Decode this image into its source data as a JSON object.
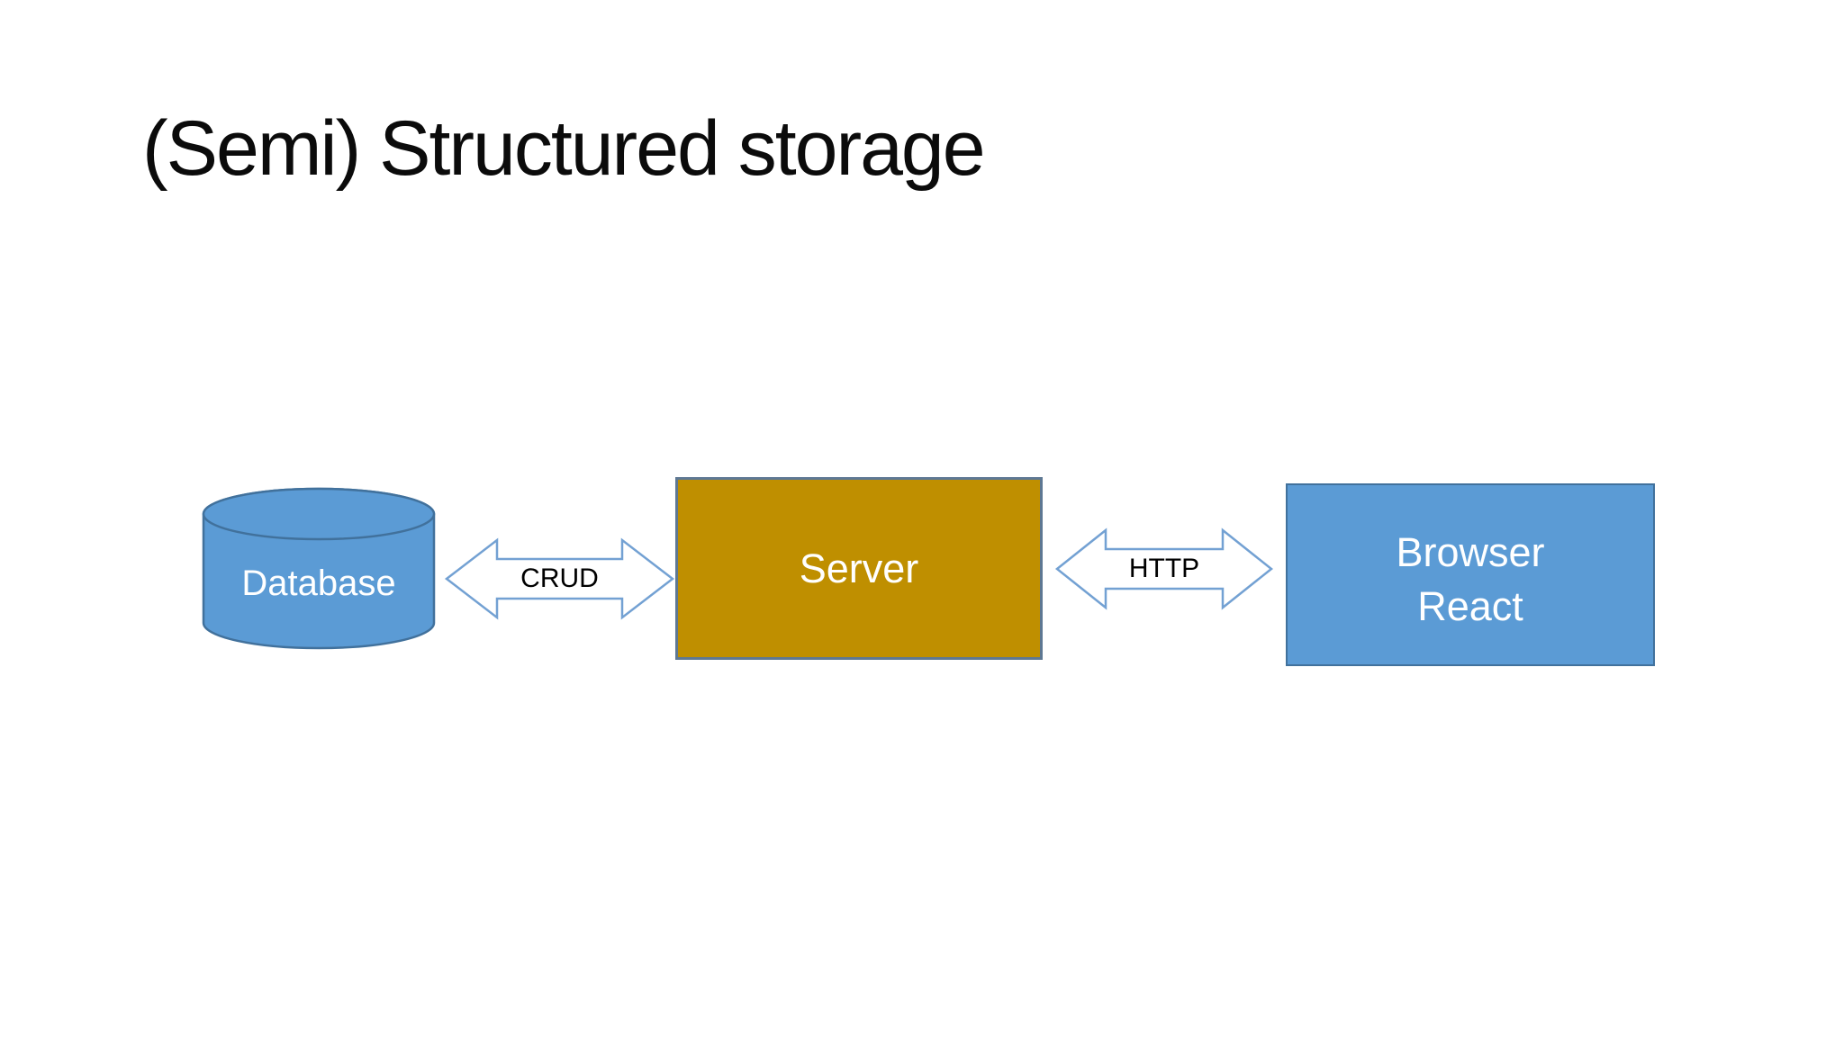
{
  "slide": {
    "title": "(Semi) Structured storage",
    "background_color": "#FFFFFF",
    "title_color": "#0B0B0B"
  },
  "diagram": {
    "database": {
      "label": "Database",
      "shape": "cylinder",
      "fill": "#5B9BD5",
      "stroke": "#41719C",
      "text_color": "#FFFFFF"
    },
    "crud_arrow": {
      "label": "CRUD",
      "type": "double-arrow",
      "fill": "#FFFFFF",
      "stroke": "#73A1D3",
      "text_color": "#000000"
    },
    "server": {
      "label": "Server",
      "shape": "rectangle",
      "fill": "#BF8F00",
      "stroke": "#5E7893",
      "text_color": "#FFFFFF"
    },
    "http_arrow": {
      "label": "HTTP",
      "type": "double-arrow",
      "fill": "#FFFFFF",
      "stroke": "#73A1D3",
      "text_color": "#000000"
    },
    "browser": {
      "label_line1": "Browser",
      "label_line2": "React",
      "shape": "rectangle",
      "fill": "#5B9BD5",
      "stroke": "#41719C",
      "text_color": "#FFFFFF"
    }
  }
}
